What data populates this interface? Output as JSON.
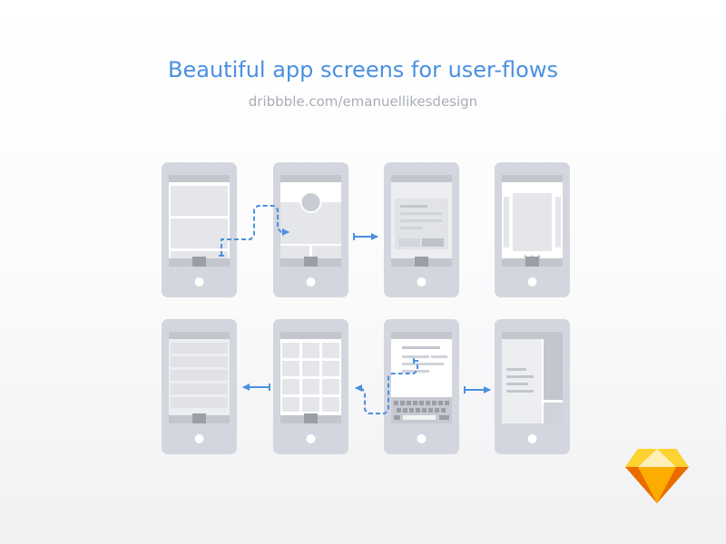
{
  "header": {
    "title": "Beautiful app screens for user-flows",
    "subtitle": "dribbble.com/emanuellikesdesign"
  },
  "colors": {
    "accent": "#4a90e2",
    "phone_body": "#d3d6de",
    "screen": "#ffffff",
    "placeholder": "#e5e6ea",
    "bar": "#c3c6cd",
    "subtitle": "#a8adb6"
  },
  "screens": [
    {
      "name": "screen-list-cards",
      "row": 1,
      "col": 1
    },
    {
      "name": "screen-profile",
      "row": 1,
      "col": 2
    },
    {
      "name": "screen-dialog",
      "row": 1,
      "col": 3
    },
    {
      "name": "screen-carousel",
      "row": 1,
      "col": 4
    },
    {
      "name": "screen-list-rows",
      "row": 2,
      "col": 1
    },
    {
      "name": "screen-grid",
      "row": 2,
      "col": 2
    },
    {
      "name": "screen-keyboard-form",
      "row": 2,
      "col": 3
    },
    {
      "name": "screen-side-menu",
      "row": 2,
      "col": 4
    }
  ],
  "logo": {
    "name": "sketch-logo-icon"
  }
}
